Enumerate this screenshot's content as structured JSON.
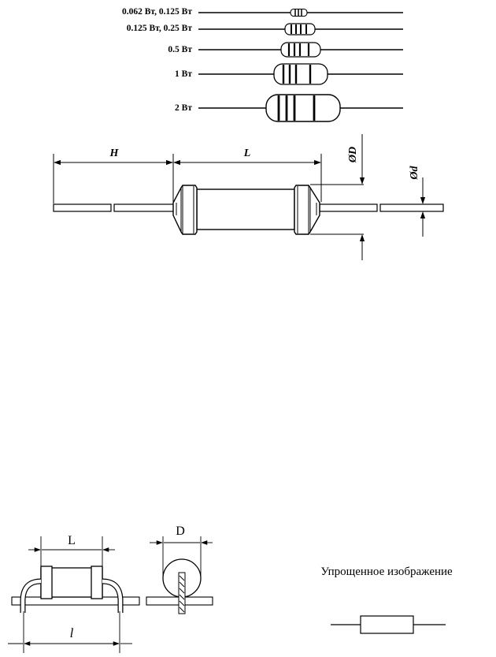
{
  "resistor_sizes": [
    {
      "label": "0.062 Вт, 0.125 Вт"
    },
    {
      "label": "0.125 Вт, 0.25 Вт"
    },
    {
      "label": "0.5 Вт"
    },
    {
      "label": "1 Вт"
    },
    {
      "label": "2 Вт"
    }
  ],
  "dimensions": {
    "lead_length": "H",
    "body_length": "L",
    "body_diameter": "ØD",
    "lead_diameter": "Ød"
  },
  "smd_drawing": {
    "body_length": "L",
    "pad_length": "l",
    "body_diameter": "D"
  },
  "simplified": {
    "caption": "Упрощенное изображение"
  }
}
